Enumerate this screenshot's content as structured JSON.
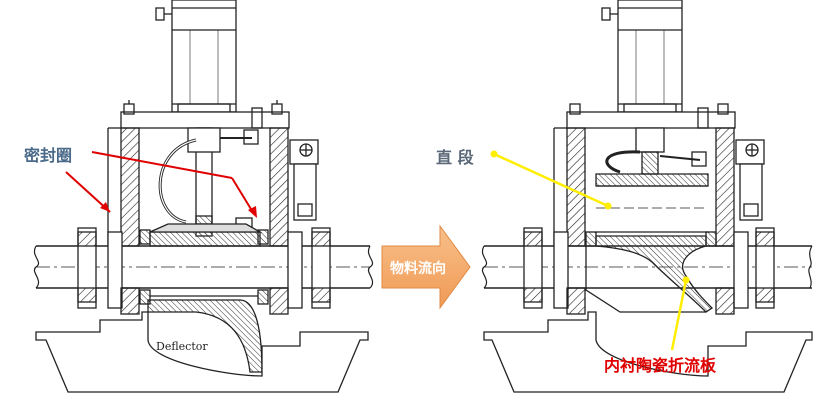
{
  "labels": {
    "seal_ring": "密封圈",
    "deflector": "Deflector",
    "flow_direction": "物料流向",
    "straight_section": "直 段",
    "ceramic_deflector": "内衬陶瓷折流板"
  },
  "colors": {
    "seal_ring_text": "#4a6a8a",
    "straight_text": "#5a6878",
    "red_label": "#e00000",
    "red_line": "#e00000",
    "yellow_line": "#ffee00",
    "arrow_fill": "#f5a86a",
    "line": "#222222"
  }
}
